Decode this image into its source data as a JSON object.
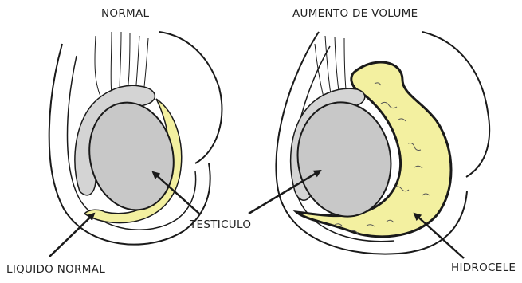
{
  "labels": {
    "normal": "NORMAL",
    "aumento": "AUMENTO DE VOLUME",
    "testiculo": "TESTICULO",
    "liquido_normal": "LIQUIDO NORMAL",
    "hidrocele": "HIDROCELE"
  },
  "colors": {
    "outline": "#1a1a1a",
    "testis_fill": "#c8c8c8",
    "epididymis_fill": "#d4d4d4",
    "fluid_fill": "#f3f0a0",
    "background": "#ffffff"
  }
}
